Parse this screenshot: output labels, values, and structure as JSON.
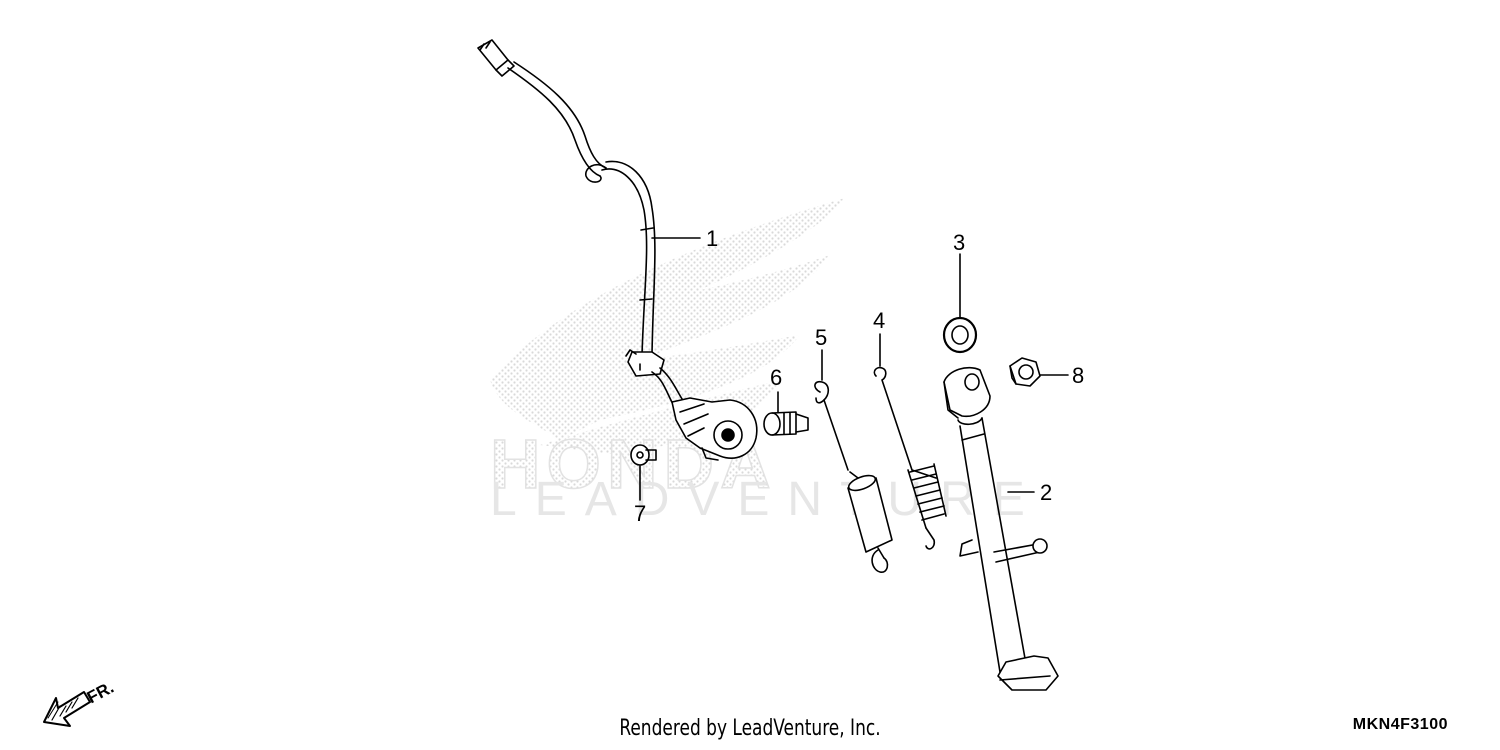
{
  "diagram": {
    "callouts": [
      {
        "id": "1",
        "label": "1"
      },
      {
        "id": "2",
        "label": "2"
      },
      {
        "id": "3",
        "label": "3"
      },
      {
        "id": "4",
        "label": "4"
      },
      {
        "id": "5",
        "label": "5"
      },
      {
        "id": "6",
        "label": "6"
      },
      {
        "id": "7",
        "label": "7"
      },
      {
        "id": "8",
        "label": "8"
      }
    ],
    "direction_label": "FR.",
    "watermark_text": "LEADVENTURE",
    "watermark_brand": "HONDA"
  },
  "footer": {
    "rendered_by": "Rendered by LeadVenture, Inc.",
    "diagram_code": "MKN4F3100"
  },
  "colors": {
    "line": "#000000",
    "watermark": "#e0e0e0"
  }
}
